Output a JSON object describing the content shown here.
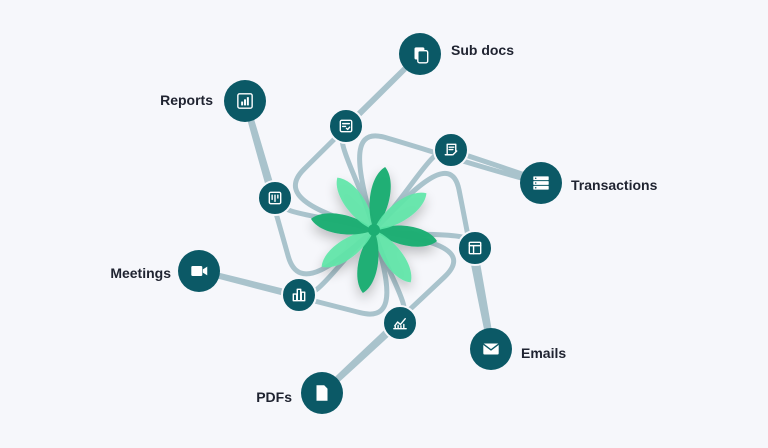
{
  "diagram": {
    "colors": {
      "background": "#f6f7fb",
      "loop_stroke": "#a9c3cc",
      "node_fill": "#0b5966",
      "node_icon": "#ffffff",
      "flower_light": "#5ee6a8",
      "flower_dark": "#1fae73",
      "label_text": "#1f2330"
    },
    "center": {
      "name": "flower-logo",
      "icon": "flower-icon"
    },
    "nodes": [
      {
        "label": "Sub docs",
        "icon": "stack-docs-icon"
      },
      {
        "label": "Transactions",
        "icon": "server-list-icon"
      },
      {
        "label": "Emails",
        "icon": "mail-icon"
      },
      {
        "label": "PDFs",
        "icon": "file-icon"
      },
      {
        "label": "Meetings",
        "icon": "video-camera-icon"
      },
      {
        "label": "Reports",
        "icon": "bar-report-icon"
      }
    ],
    "junctions": [
      {
        "icon": "checklist-icon"
      },
      {
        "icon": "signed-document-icon"
      },
      {
        "icon": "table-layout-icon"
      },
      {
        "icon": "trend-chart-icon"
      },
      {
        "icon": "bar-chart-icon"
      },
      {
        "icon": "kanban-icon"
      }
    ]
  }
}
